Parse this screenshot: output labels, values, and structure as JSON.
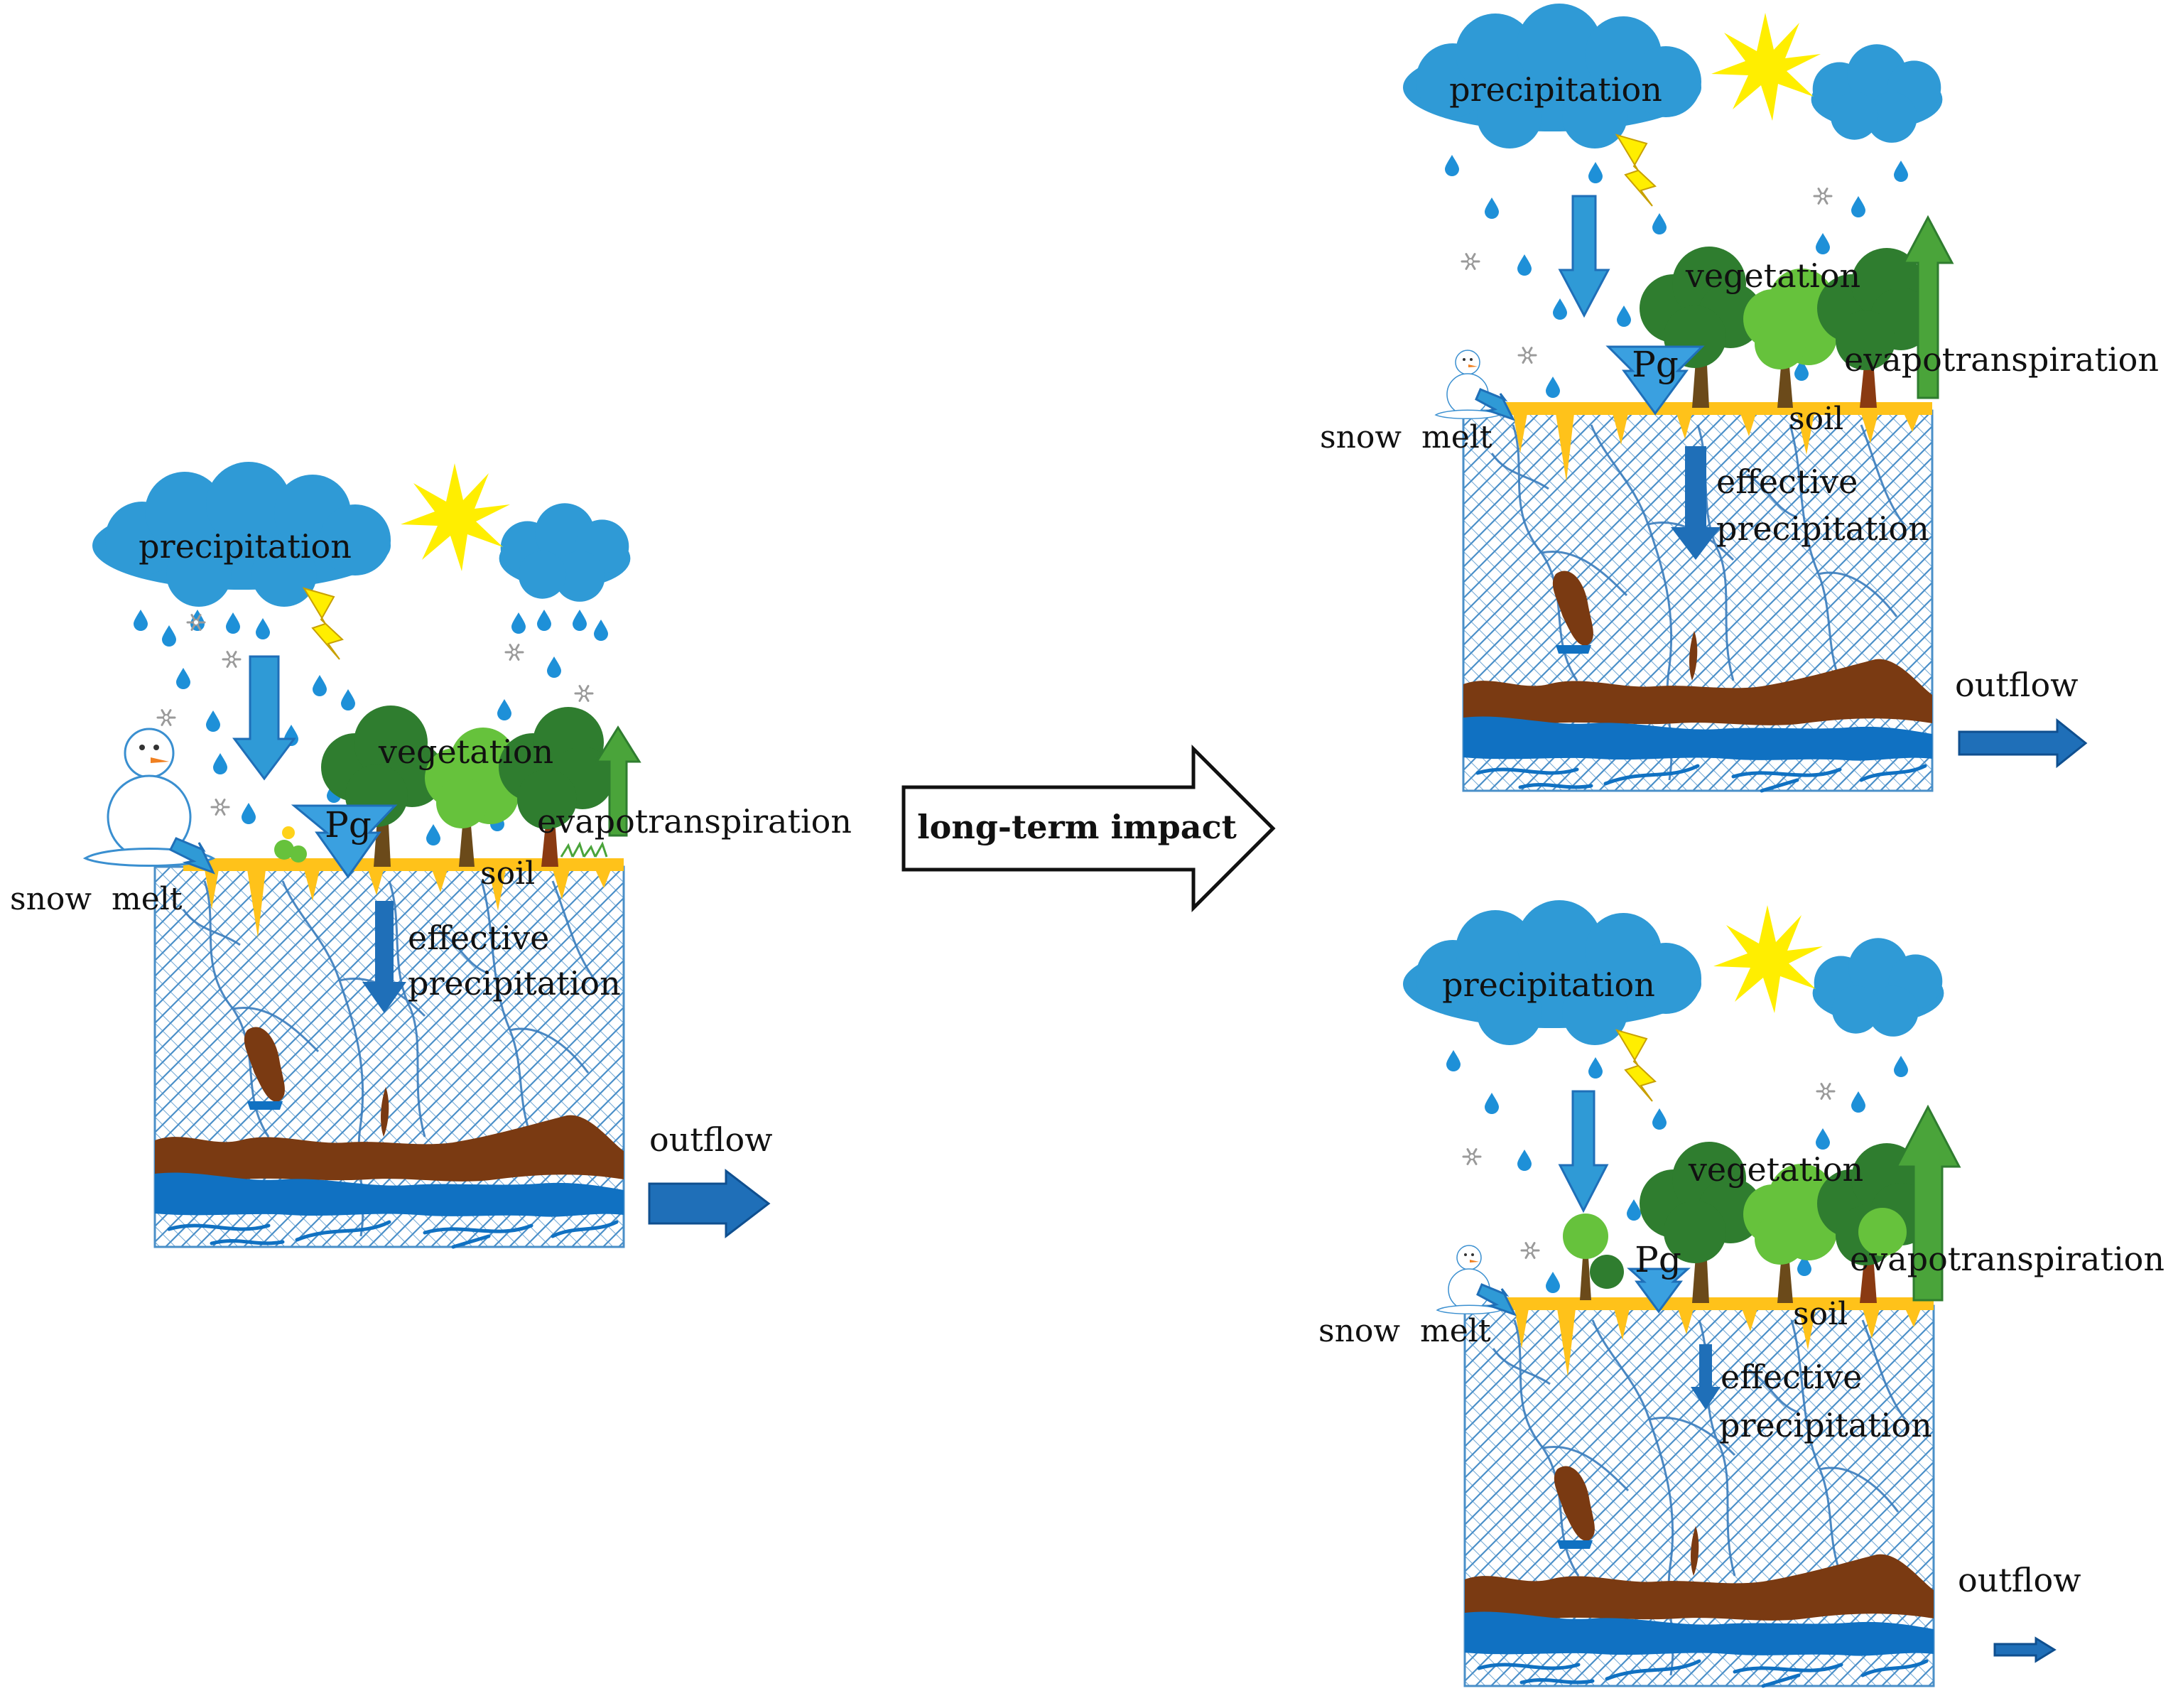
{
  "labels": {
    "precipitation": "precipitation",
    "vegetation": "vegetation",
    "pg": "Pg",
    "evapotranspiration": "evapotranspiration",
    "soil": "soil",
    "snow_melt": "snow  melt",
    "effective": "effective",
    "effective_precipitation": "precipitation",
    "outflow": "outflow"
  },
  "center_arrow": {
    "label": "long-term impact"
  },
  "colors": {
    "cloud": "#2f9ad6",
    "rain": "#1e90d8",
    "flow_arrow": "#1f6fb8",
    "evap_arrow": "#4aa43a",
    "soil_surface": "#ffc21a",
    "groundwater_clay": "#7a3a12",
    "groundwater_water": "#1071c2",
    "hatch": "#4a8fc8",
    "sun": "#ffee00",
    "tree_dark": "#2f7d2f",
    "tree_light": "#66c23c",
    "trunk": "#6b4a1a"
  },
  "icons": [
    "cloud-icon",
    "sun-icon",
    "lightning-icon",
    "snowman-icon",
    "tree-icon",
    "snowflake-icon",
    "raindrop-icon"
  ]
}
